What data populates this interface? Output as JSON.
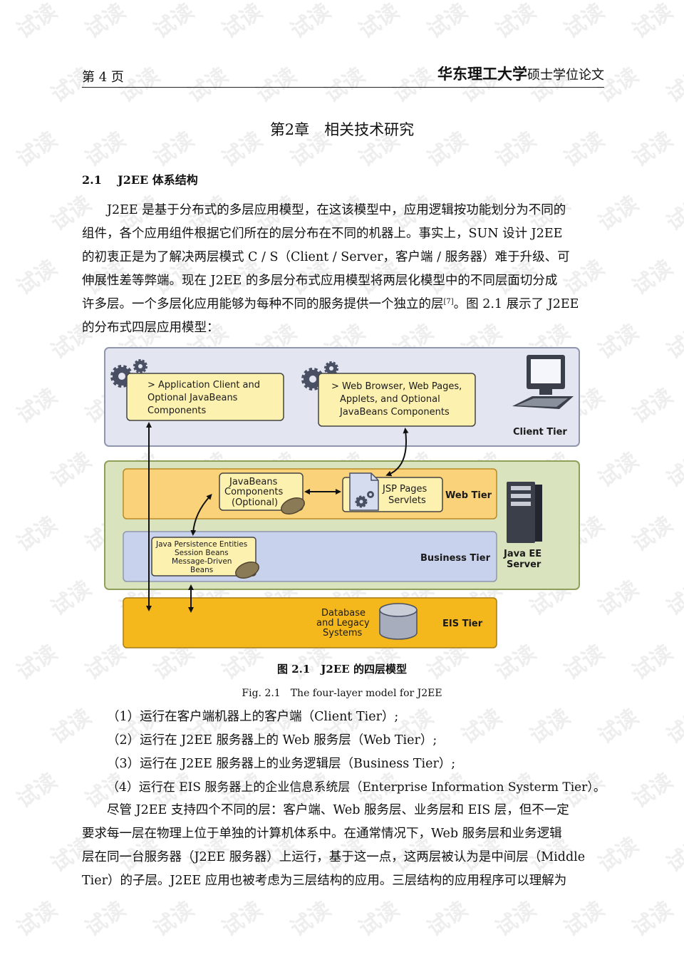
{
  "watermark": "试读",
  "header": {
    "page_label": "第 4 页",
    "school": "华东理工大学",
    "thesis": "硕士学位论文"
  },
  "chapter_title": "第2章　相关技术研究",
  "section": {
    "number": "2.1",
    "title": "J2EE 体系结构"
  },
  "intro": {
    "lines": [
      "J2EE 是基于分布式的多层应用模型，在这该模型中，应用逻辑按功能划分为不同的",
      "组件，各个应用组件根据它们所在的层分布在不同的机器上。事实上，SUN 设计 J2EE",
      "的初衷正是为了解决两层模式 C / S（Client / Server，客户端 / 服务器）难于升级、可",
      "伸展性差等弊端。现在 J2EE 的多层分布式应用模型将两层化模型中的不同层面切分成"
    ],
    "line5_before": "许多层。一个多层化应用能够为每种不同的服务提供一个独立的层",
    "citation": "[7]",
    "line5_after": "。图 2.1 展示了 J2EE",
    "line6": "的分布式四层应用模型："
  },
  "figure": {
    "client_box_1": [
      "> Application Client and",
      "Optional JavaBeans",
      "Components"
    ],
    "client_box_2": [
      "> Web Browser, Web Pages,",
      "Applets, and Optional",
      "JavaBeans Components"
    ],
    "client_tier": "Client Tier",
    "javabeans_box": [
      "JavaBeans",
      "Components",
      "(Optional)"
    ],
    "jsp_box": [
      "JSP Pages",
      "Servlets"
    ],
    "web_tier": "Web Tier",
    "persistence_box": [
      "Java Persistence Entities",
      "Session Beans",
      "Message-Driven",
      "Beans"
    ],
    "business_tier": "Business Tier",
    "java_ee_server": [
      "Java EE",
      "Server"
    ],
    "database_label": [
      "Database",
      "and Legacy",
      "Systems"
    ],
    "eis_tier": "EIS Tier",
    "colors": {
      "client_bg": "#e3e6f0",
      "server_bg": "#d9e4bf",
      "web_tier_bg": "#fad27a",
      "business_tier_bg": "#c9d2ec",
      "eis_bg": "#f5b81c",
      "component_box": "#fdf1b0"
    }
  },
  "caption": {
    "cn": "图 2.1　J2EE 的四层模型",
    "en": "Fig. 2.1　The four-layer model for J2EE"
  },
  "list": [
    "（1）运行在客户端机器上的客户端（Client Tier）;",
    "（2）运行在 J2EE 服务器上的 Web 服务层（Web Tier）;",
    "（3）运行在 J2EE 服务器上的业务逻辑层（Business Tier）;",
    "（4）运行在 EIS 服务器上的企业信息系统层（Enterprise Information Systerm Tier）。"
  ],
  "closing": {
    "lines": [
      "尽管 J2EE 支持四个不同的层：客户端、Web 服务层、业务层和 EIS 层，但不一定",
      "要求每一层在物理上位于单独的计算机体系中。在通常情况下，Web 服务层和业务逻辑",
      "层在同一台服务器（J2EE 服务器）上运行，基于这一点，这两层被认为是中间层（Middle",
      "Tier）的子层。J2EE 应用也被考虑为三层结构的应用。三层结构的应用程序可以理解为"
    ]
  }
}
